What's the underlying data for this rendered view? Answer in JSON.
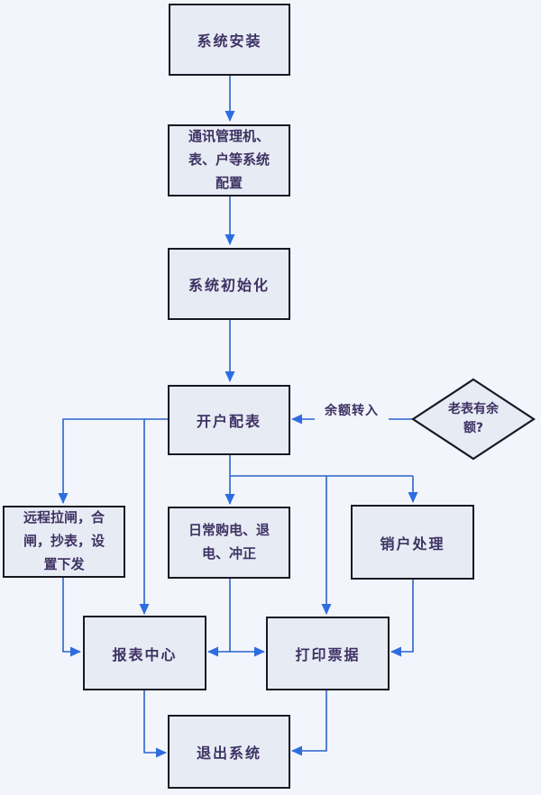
{
  "diagram": {
    "type": "flowchart",
    "colors": {
      "background": "#f2f5fb",
      "node_fill": "#e7ebf4",
      "node_border": "#181824",
      "arrow": "#2b63cc",
      "arrowhead": "#2e6de0",
      "text": "#3e3263"
    },
    "nodes": [
      {
        "id": "system-install",
        "type": "process",
        "label": "系统安装"
      },
      {
        "id": "system-config",
        "type": "process",
        "label": "通讯管理机、表、户等系统配置"
      },
      {
        "id": "system-init",
        "type": "process",
        "label": "系统初始化"
      },
      {
        "id": "open-account",
        "type": "process",
        "label": "开户配表"
      },
      {
        "id": "old-meter-balance",
        "type": "decision",
        "label": "老表有余额?"
      },
      {
        "id": "remote-control",
        "type": "process",
        "label": "远程拉闸，合闸，抄表，设置下发"
      },
      {
        "id": "daily-purchase",
        "type": "process",
        "label": "日常购电、退电、冲正"
      },
      {
        "id": "close-account",
        "type": "process",
        "label": "销户处理"
      },
      {
        "id": "report-center",
        "type": "process",
        "label": "报表中心"
      },
      {
        "id": "print-receipt",
        "type": "process",
        "label": "打印票据"
      },
      {
        "id": "exit-system",
        "type": "process",
        "label": "退出系统"
      }
    ],
    "edges": [
      {
        "from": "system-install",
        "to": "system-config"
      },
      {
        "from": "system-config",
        "to": "system-init"
      },
      {
        "from": "system-init",
        "to": "open-account"
      },
      {
        "from": "old-meter-balance",
        "to": "open-account",
        "label": "余额转入"
      },
      {
        "from": "open-account",
        "to": "remote-control"
      },
      {
        "from": "open-account",
        "to": "report-center"
      },
      {
        "from": "open-account",
        "to": "daily-purchase"
      },
      {
        "from": "open-account",
        "to": "print-receipt"
      },
      {
        "from": "open-account",
        "to": "close-account"
      },
      {
        "from": "remote-control",
        "to": "report-center"
      },
      {
        "from": "daily-purchase",
        "to": "report-center"
      },
      {
        "from": "daily-purchase",
        "to": "print-receipt"
      },
      {
        "from": "close-account",
        "to": "print-receipt"
      },
      {
        "from": "report-center",
        "to": "exit-system"
      },
      {
        "from": "print-receipt",
        "to": "exit-system"
      }
    ]
  }
}
